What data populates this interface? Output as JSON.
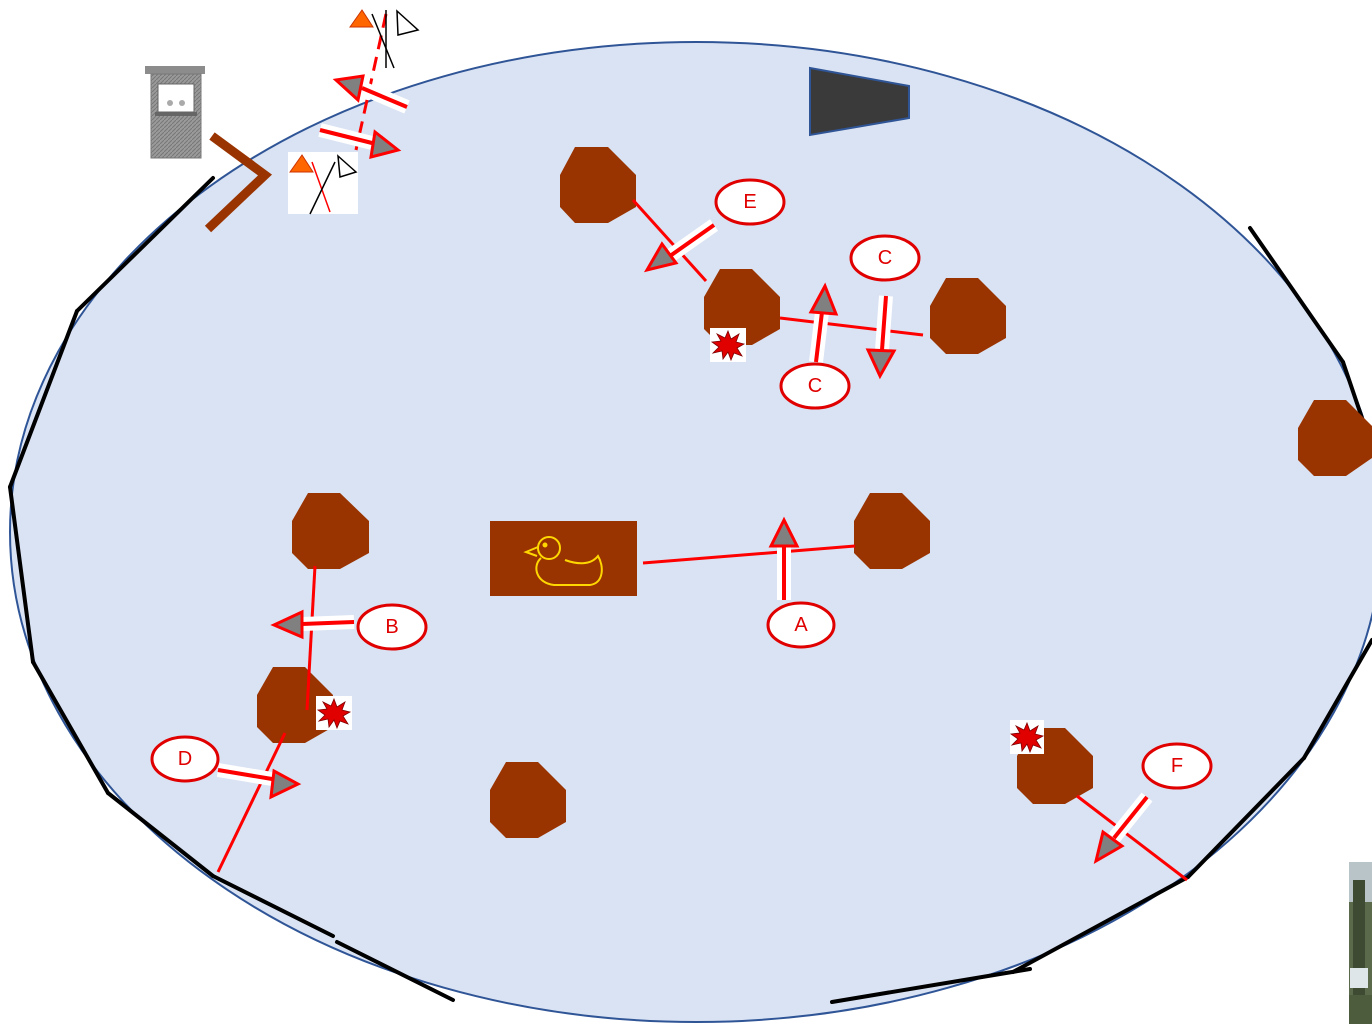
{
  "colors": {
    "field": "#dae3f3",
    "field_border": "#2f5597",
    "obstacle": "#993300",
    "route_line": "#ff0000",
    "arrow_fill": "#808080",
    "label_ring": "#e00000",
    "boundary": "#000000",
    "duck_outline": "#ffd700",
    "hazard_fill": "#e00000",
    "kiosk": "#8c8c8c",
    "tent": "#3a3a3a"
  },
  "labels": {
    "a": "A",
    "b": "B",
    "c_top": "C",
    "c_bottom": "C",
    "d": "D",
    "e": "E",
    "f": "F"
  },
  "icons": {
    "start_flag": "flag-pair-icon",
    "hazard": "starburst-icon",
    "duck": "duck-icon",
    "kiosk": "ticket-kiosk-icon",
    "tent": "tent-icon",
    "photo": "photo-thumbnail"
  }
}
